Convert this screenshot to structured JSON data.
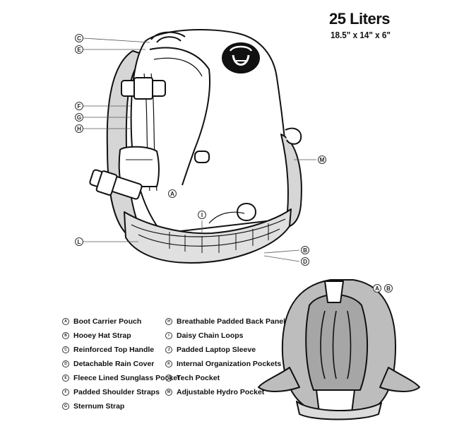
{
  "header": {
    "title": "25 Liters",
    "dimensions": "18.5\" x 14\" x 6\""
  },
  "callouts": [
    "C",
    "E",
    "F",
    "G",
    "H",
    "A",
    "I",
    "L",
    "B",
    "D",
    "M",
    "A",
    "B"
  ],
  "logo": {
    "icon": "hooey-horseshoe-logo"
  },
  "legend": {
    "left": [
      {
        "key": "A",
        "label": "Boot Carrier Pouch"
      },
      {
        "key": "B",
        "label": "Hooey Hat Strap"
      },
      {
        "key": "C",
        "label": "Reinforced Top Handle"
      },
      {
        "key": "D",
        "label": "Detachable Rain Cover"
      },
      {
        "key": "E",
        "label": "Fleece Lined Sunglass Pocket"
      },
      {
        "key": "F",
        "label": "Padded Shoulder Straps"
      },
      {
        "key": "G",
        "label": "Sternum Strap"
      }
    ],
    "right": [
      {
        "key": "H",
        "label": "Breathable Padded Back Panel"
      },
      {
        "key": "I",
        "label": "Daisy Chain Loops"
      },
      {
        "key": "J",
        "label": "Padded Laptop Sleeve"
      },
      {
        "key": "K",
        "label": "Internal Organization Pockets"
      },
      {
        "key": "L",
        "label": "Tech Pocket"
      },
      {
        "key": "M",
        "label": "Adjustable Hydro Pocket"
      }
    ]
  }
}
